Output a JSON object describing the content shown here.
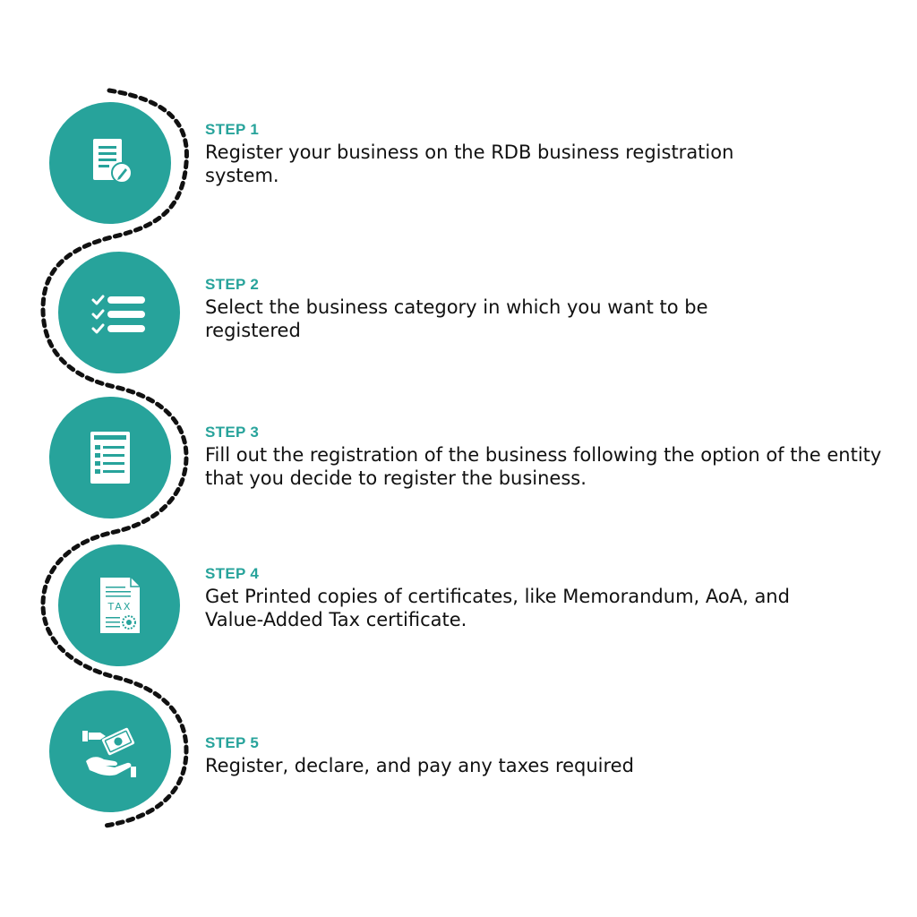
{
  "colors": {
    "accent": "#27A39B",
    "text": "#111111",
    "path": "#111111",
    "icon": "#ffffff"
  },
  "steps": [
    {
      "label": "STEP 1",
      "text": "Register your business on the RDB business registration system.",
      "icon": "document-pen-icon"
    },
    {
      "label": "STEP 2",
      "text": "Select the business category in which you want to be registered",
      "icon": "checklist-icon"
    },
    {
      "label": "STEP 3",
      "text": "Fill out the registration of the business following the option of the entity that you decide to register the business.",
      "icon": "form-icon"
    },
    {
      "label": "STEP 4",
      "text": "Get Printed copies of certificates, like Memorandum, AoA, and Value-Added Tax certificate.",
      "icon": "tax-certificate-icon"
    },
    {
      "label": "STEP 5",
      "text": "Register, declare, and pay any taxes required",
      "icon": "payment-hand-icon"
    }
  ],
  "icon_texts": {
    "tax": "TAX"
  }
}
